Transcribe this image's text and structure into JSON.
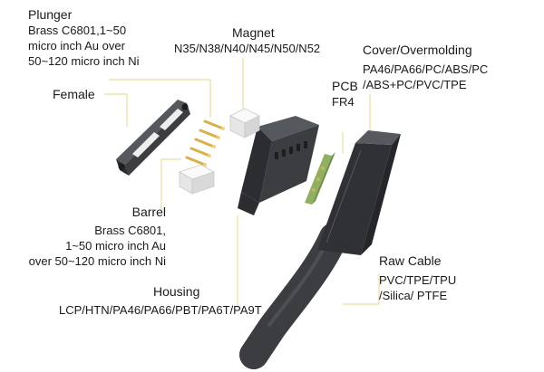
{
  "labels": {
    "plunger": {
      "title": "Plunger",
      "lines": [
        "Brass C6801,1~50",
        "micro inch Au over",
        "50~120 micro inch Ni"
      ]
    },
    "magnet": {
      "title": "Magnet",
      "lines": [
        "N35/N38/N40/N45/N50/N52"
      ]
    },
    "cover": {
      "title": "Cover/Overmolding",
      "lines": [
        "PA46/PA66/PC/ABS/PC",
        "/ABS+PC/PVC/TPE"
      ]
    },
    "female": {
      "title": "Female"
    },
    "pcb": {
      "title": "PCB",
      "lines": [
        "FR4"
      ]
    },
    "barrel": {
      "title": "Barrel",
      "lines": [
        "Brass C6801,",
        "1~50 micro inch Au",
        "over 50~120 micro inch Ni"
      ]
    },
    "raw_cable": {
      "title": "Raw Cable",
      "lines": [
        "PVC/TPE/TPU",
        "/Silica/ PTFE"
      ]
    },
    "housing": {
      "title": "Housing",
      "lines": [
        "LCP/HTN/PA46/PA66/PBT/PA6T/PA9T"
      ]
    }
  },
  "colors": {
    "leader": "#e8dfa0",
    "plastic_dark": "#3b3d40",
    "plastic_light": "#4a4c50",
    "gold": "#d9b04a",
    "pcb_green": "#8fb060",
    "white_part": "#eeeeee"
  }
}
